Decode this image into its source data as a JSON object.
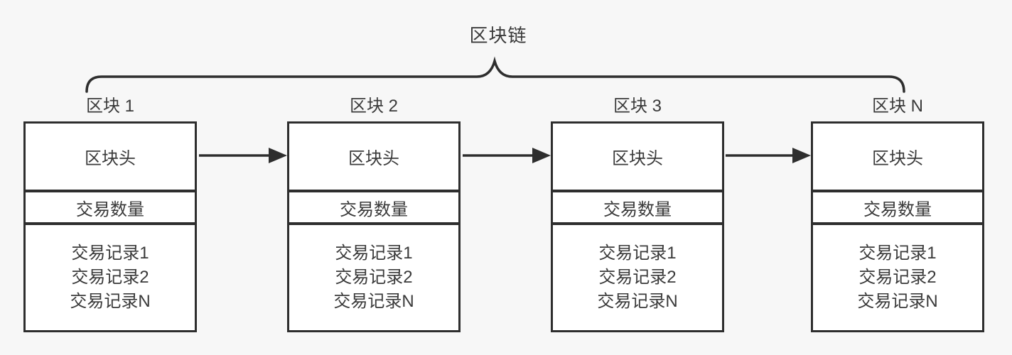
{
  "diagram": {
    "title": "区块链",
    "colors": {
      "line": "#2e2e2e",
      "text": "#3a3a3a",
      "box_fill": "#ffffff",
      "background": "#f7f7f7"
    },
    "blocks": [
      {
        "title": "区块 1",
        "header_label": "区块头",
        "tx_count_label": "交易数量",
        "records": [
          "交易记录1",
          "交易记录2",
          "交易记录N"
        ]
      },
      {
        "title": "区块 2",
        "header_label": "区块头",
        "tx_count_label": "交易数量",
        "records": [
          "交易记录1",
          "交易记录2",
          "交易记录N"
        ]
      },
      {
        "title": "区块 3",
        "header_label": "区块头",
        "tx_count_label": "交易数量",
        "records": [
          "交易记录1",
          "交易记录2",
          "交易记录N"
        ]
      },
      {
        "title": "区块 N",
        "header_label": "区块头",
        "tx_count_label": "交易数量",
        "records": [
          "交易记录1",
          "交易记录2",
          "交易记录N"
        ]
      }
    ]
  }
}
